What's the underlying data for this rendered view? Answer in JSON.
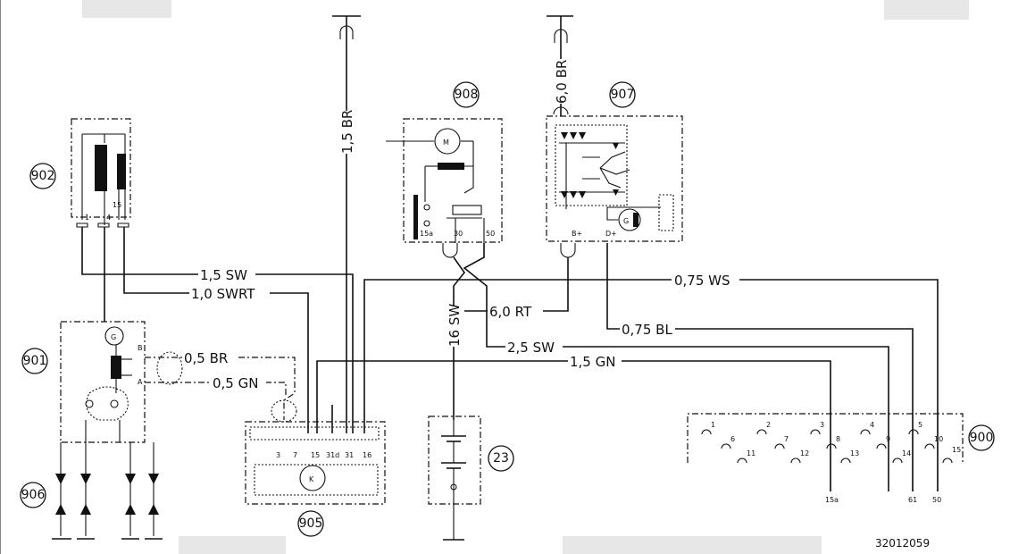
{
  "components": {
    "c900": "900",
    "c901": "901",
    "c902": "902",
    "c905": "905",
    "c906": "906",
    "c907": "907",
    "c908": "908",
    "c23": "23"
  },
  "wires": {
    "w_15sw": "1,5 SW",
    "w_10swrt": "1,0 SWRT",
    "w_075ws": "0,75 WS",
    "w_60rt": "6,0 RT",
    "w_075bl": "0,75 BL",
    "w_25sw": "2,5 SW",
    "w_15gn": "1,5 GN",
    "w_05br": "0,5 BR",
    "w_05gn": "0,5 GN",
    "w_15br": "1,5 BR",
    "w_60br": "6,0 BR",
    "w_16sw": "16 SW"
  },
  "terminals": {
    "t902": [
      "1",
      "4",
      "15"
    ],
    "t901": [
      "B",
      "A"
    ],
    "t908": [
      "15a",
      "30",
      "50"
    ],
    "t907": [
      "B+",
      "D+"
    ],
    "t905": [
      "3",
      "7",
      "15",
      "31d",
      "31",
      "16"
    ],
    "t900_top": [
      "1",
      "2",
      "3",
      "4",
      "5"
    ],
    "t900_mid": [
      "6",
      "7",
      "8",
      "9",
      "10"
    ],
    "t900_bot": [
      "11",
      "12",
      "13",
      "14",
      "15"
    ],
    "t900_out": [
      "15a",
      "61",
      "50"
    ]
  },
  "symbols": {
    "motor": "M",
    "gen": "G",
    "kontrol": "K"
  },
  "drawing_number": "32012059"
}
